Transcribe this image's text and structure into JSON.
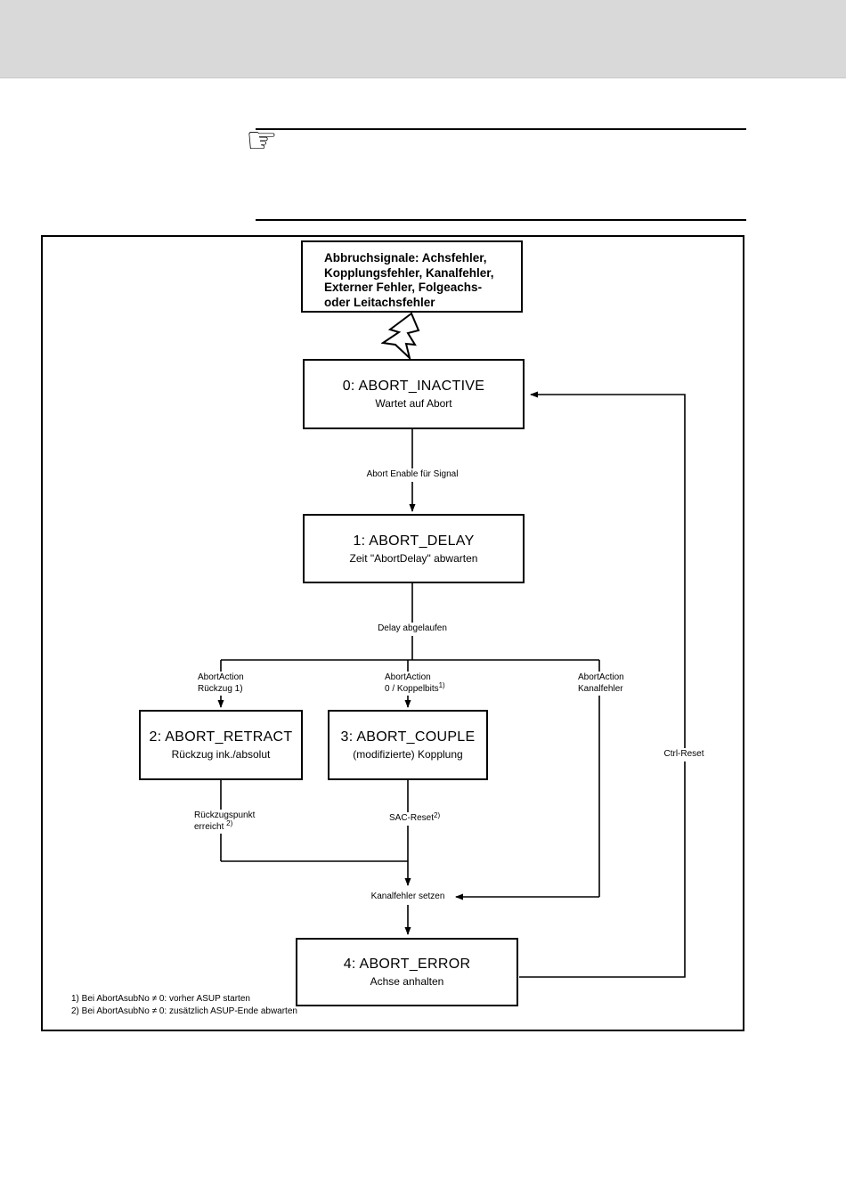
{
  "page": {
    "header_color": "#d9d9d9",
    "background": "#ffffff",
    "line_color": "#000000"
  },
  "note": {
    "icon_glyph": "☞"
  },
  "diagram": {
    "signal_box": "Abbruchsignale: Achsfehler,\nKopplungsfehler, Kanalfehler,\nExterner Fehler, Folgeachs-\noder Leitachsfehler",
    "states": [
      {
        "title": "0: ABORT_INACTIVE",
        "subtitle": "Wartet auf Abort"
      },
      {
        "title": "1: ABORT_DELAY",
        "subtitle": "Zeit \"AbortDelay\" abwarten"
      },
      {
        "title": "2: ABORT_RETRACT",
        "subtitle": "Rückzug ink./absolut"
      },
      {
        "title": "3: ABORT_COUPLE",
        "subtitle": "(modifizierte) Kopplung"
      },
      {
        "title": "4: ABORT_ERROR",
        "subtitle": "Achse anhalten"
      }
    ],
    "labels": {
      "abort_enable": "Abort Enable für Signal",
      "delay_done": "Delay abgelaufen",
      "branch_left": {
        "line1": "AbortAction",
        "line2": "Rückzug 1)"
      },
      "branch_mid": {
        "line1": "AbortAction",
        "line2": "0 / Koppelbits",
        "sup": "1)"
      },
      "branch_right": {
        "line1": "AbortAction",
        "line2": "Kanalfehler"
      },
      "retract_done": {
        "line1": "Rückzugspunkt",
        "line2": "erreicht",
        "sup": "2)"
      },
      "sac_reset": {
        "text": "SAC-Reset",
        "sup": "2)"
      },
      "kanalfehler_setzen": "Kanalfehler setzen",
      "ctrl_reset": "Ctrl-Reset"
    },
    "footnotes": [
      "1) Bei AbortAsubNo ≠ 0: vorher ASUP starten",
      "2) Bei AbortAsubNo ≠ 0: zusätzlich ASUP-Ende abwarten"
    ]
  }
}
